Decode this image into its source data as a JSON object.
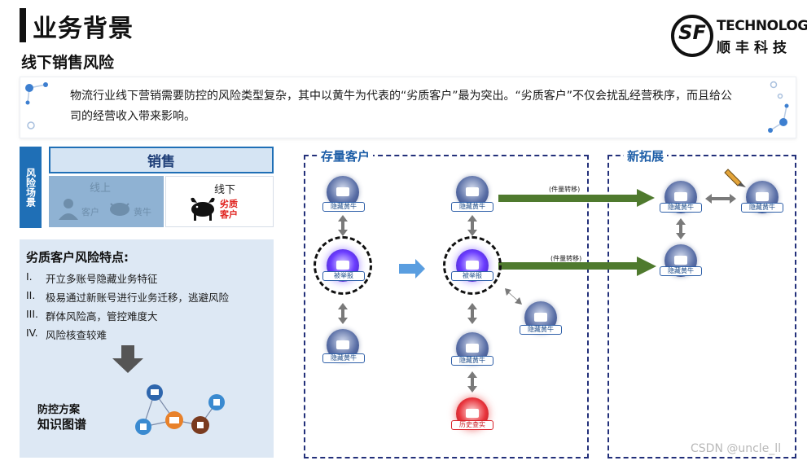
{
  "header": {
    "title": "业务背景",
    "subtitle": "线下销售风险"
  },
  "logo": {
    "mark": "SF",
    "text_en": "TECHNOLOGY",
    "text_cn": "顺丰科技"
  },
  "intro": {
    "text": "物流行业线下营销需要防控的风险类型复杂，其中以黄牛为代表的“劣质客户”最为突出。“劣质客户”不仅会扰乱经营秩序，而且给公司的经营收入带来影响。"
  },
  "risk_scene": {
    "tag": "风险场景",
    "sales_title": "销售",
    "online": {
      "label": "线上",
      "items": [
        "客户",
        "黄牛"
      ]
    },
    "offline": {
      "label": "线下",
      "badge": "劣质客户"
    }
  },
  "features": {
    "title": "劣质客户风险特点:",
    "items": [
      {
        "num": "I.",
        "text": "开立多账号隐藏业务特征"
      },
      {
        "num": "II.",
        "text": "极易通过新账号进行业务迁移，逃避风险"
      },
      {
        "num": "III.",
        "text": "群体风险高，管控难度大"
      },
      {
        "num": "IV.",
        "text": "风险核查较难"
      }
    ],
    "plan_line1": "防控方案",
    "plan_line2": "知识图谱"
  },
  "regions": {
    "existing": "存量客户",
    "new": "新拓展"
  },
  "nodes": {
    "hidden": "隐藏黄牛",
    "reported": "被举报",
    "history": "历史查实"
  },
  "edges": {
    "transfer": "(件量转移)"
  },
  "colors": {
    "accent_blue": "#1f6fb6",
    "region_border": "#23307a",
    "arrow_green": "#4f7a2e",
    "arrow_gray": "#7a7a7a"
  },
  "watermark": "CSDN @uncle_ll"
}
